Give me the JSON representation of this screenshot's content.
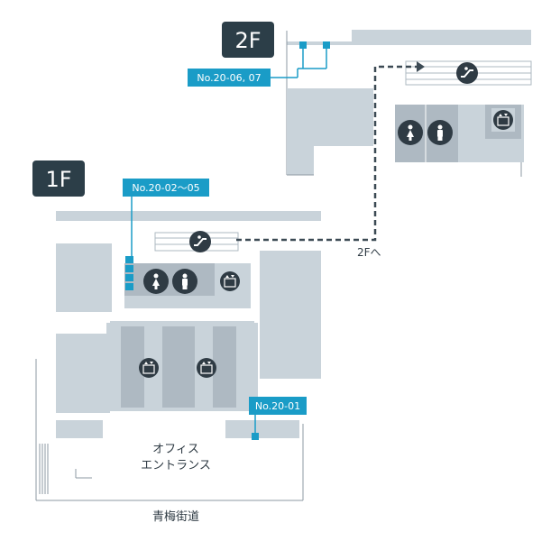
{
  "floors": {
    "f2": {
      "label": "2F"
    },
    "f1": {
      "label": "1F"
    }
  },
  "locations": {
    "loc_2f": {
      "label": "No.20-06, 07"
    },
    "loc_1f_a": {
      "label": "No.20-02〜05"
    },
    "loc_1f_b": {
      "label": "No.20-01"
    }
  },
  "route_label": "2Fへ",
  "entrance_line1": "オフィス",
  "entrance_line2": "エントランス",
  "street_label": "青梅街道",
  "icons": {
    "escalator": "escalator-icon",
    "restroom_female": "restroom-female-icon",
    "restroom_male": "restroom-male-icon",
    "elevator": "elevator-icon"
  },
  "colors": {
    "building": "#c9d3da",
    "building_dark": "#aeb9c2",
    "marker": "#1a9cc7",
    "badge": "#2c3e48",
    "route": "#3c4a54",
    "icon": "#2f3b44",
    "line": "#8e9aa3"
  }
}
